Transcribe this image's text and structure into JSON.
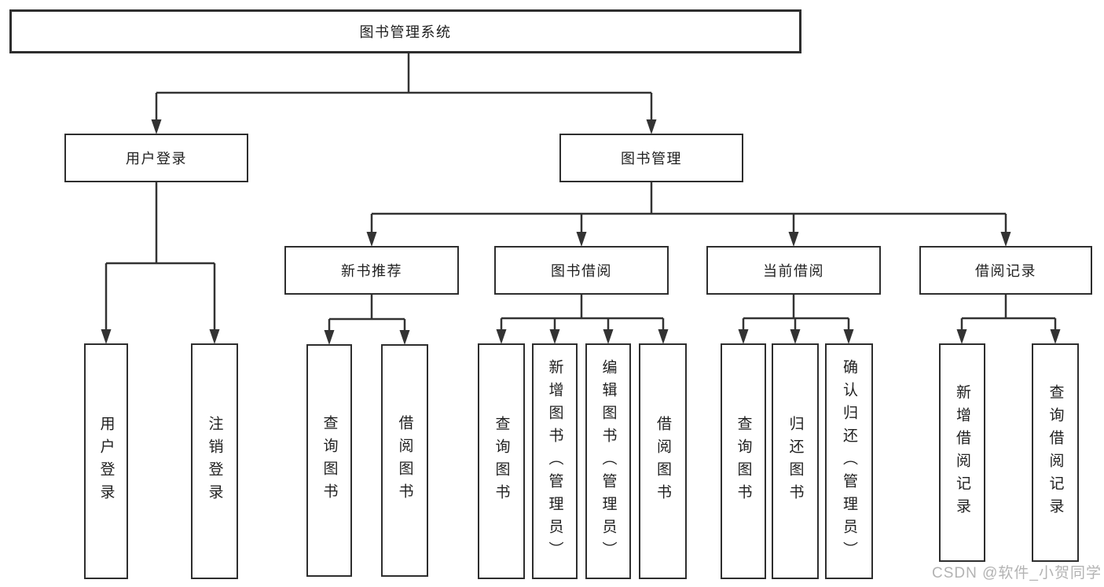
{
  "diagram": {
    "title": "图书管理系统",
    "branches": [
      {
        "label": "用户登录",
        "children": [
          {
            "label": "用户登录"
          },
          {
            "label": "注销登录"
          }
        ]
      },
      {
        "label": "图书管理",
        "children": [
          {
            "label": "新书推荐",
            "children": [
              {
                "label": "查询图书"
              },
              {
                "label": "借阅图书"
              }
            ]
          },
          {
            "label": "图书借阅",
            "children": [
              {
                "label": "查询图书"
              },
              {
                "label": "新增图书（管理员）"
              },
              {
                "label": "编辑图书（管理员）"
              },
              {
                "label": "借阅图书"
              }
            ]
          },
          {
            "label": "当前借阅",
            "children": [
              {
                "label": "查询图书"
              },
              {
                "label": "归还图书"
              },
              {
                "label": "确认归还（管理员）"
              }
            ]
          },
          {
            "label": "借阅记录",
            "children": [
              {
                "label": "新增借阅记录"
              },
              {
                "label": "查询借阅记录"
              }
            ]
          }
        ]
      }
    ]
  },
  "watermark": {
    "text": "CSDN @软件_小贺同学"
  },
  "colors": {
    "line": "#333333",
    "box_border": "#2e2e2e",
    "box_background": "#ffffff",
    "text": "#1f1f1f",
    "watermark": "#b3b3b3"
  }
}
